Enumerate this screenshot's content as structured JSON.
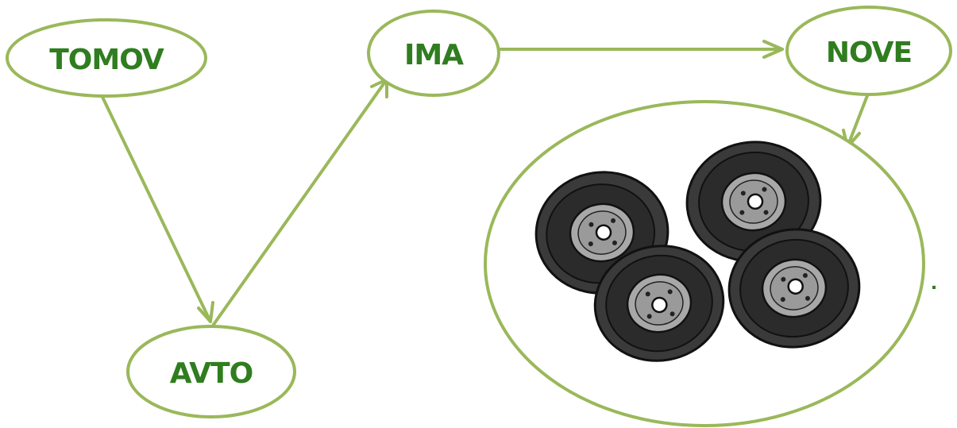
{
  "nodes": {
    "tomov": "TOMOV",
    "avto": "AVTO",
    "ima": "IMA",
    "nove": "NOVE"
  },
  "edges": [
    {
      "from": "TOMOV",
      "to": "AVTO"
    },
    {
      "from": "AVTO",
      "to": "IMA"
    },
    {
      "from": "IMA",
      "to": "NOVE"
    },
    {
      "from": "NOVE",
      "to": "tyres"
    }
  ],
  "image_group": {
    "icon": "tyre-icon",
    "count": 4
  },
  "trailing_mark": ".",
  "colors": {
    "outline": "#9ab85a",
    "text": "#2f7d1f",
    "tyre": "#3a3a3a",
    "rim": "#a8a8a8"
  }
}
